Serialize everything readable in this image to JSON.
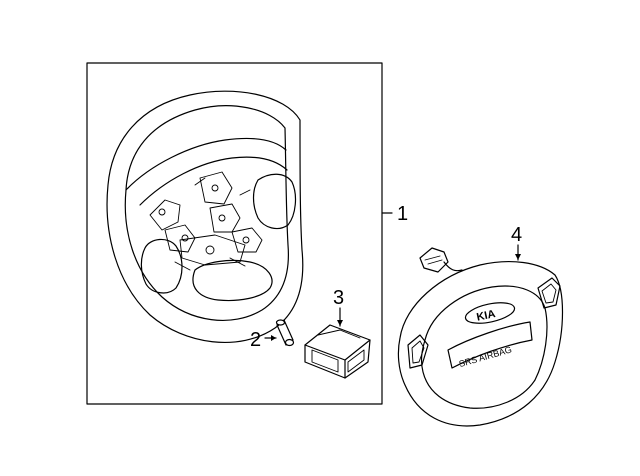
{
  "callouts": [
    {
      "id": "1",
      "label": "1"
    },
    {
      "id": "2",
      "label": "2"
    },
    {
      "id": "3",
      "label": "3"
    },
    {
      "id": "4",
      "label": "4"
    }
  ],
  "airbag_badge": "KIA",
  "airbag_text": "SRS AIRBAG"
}
